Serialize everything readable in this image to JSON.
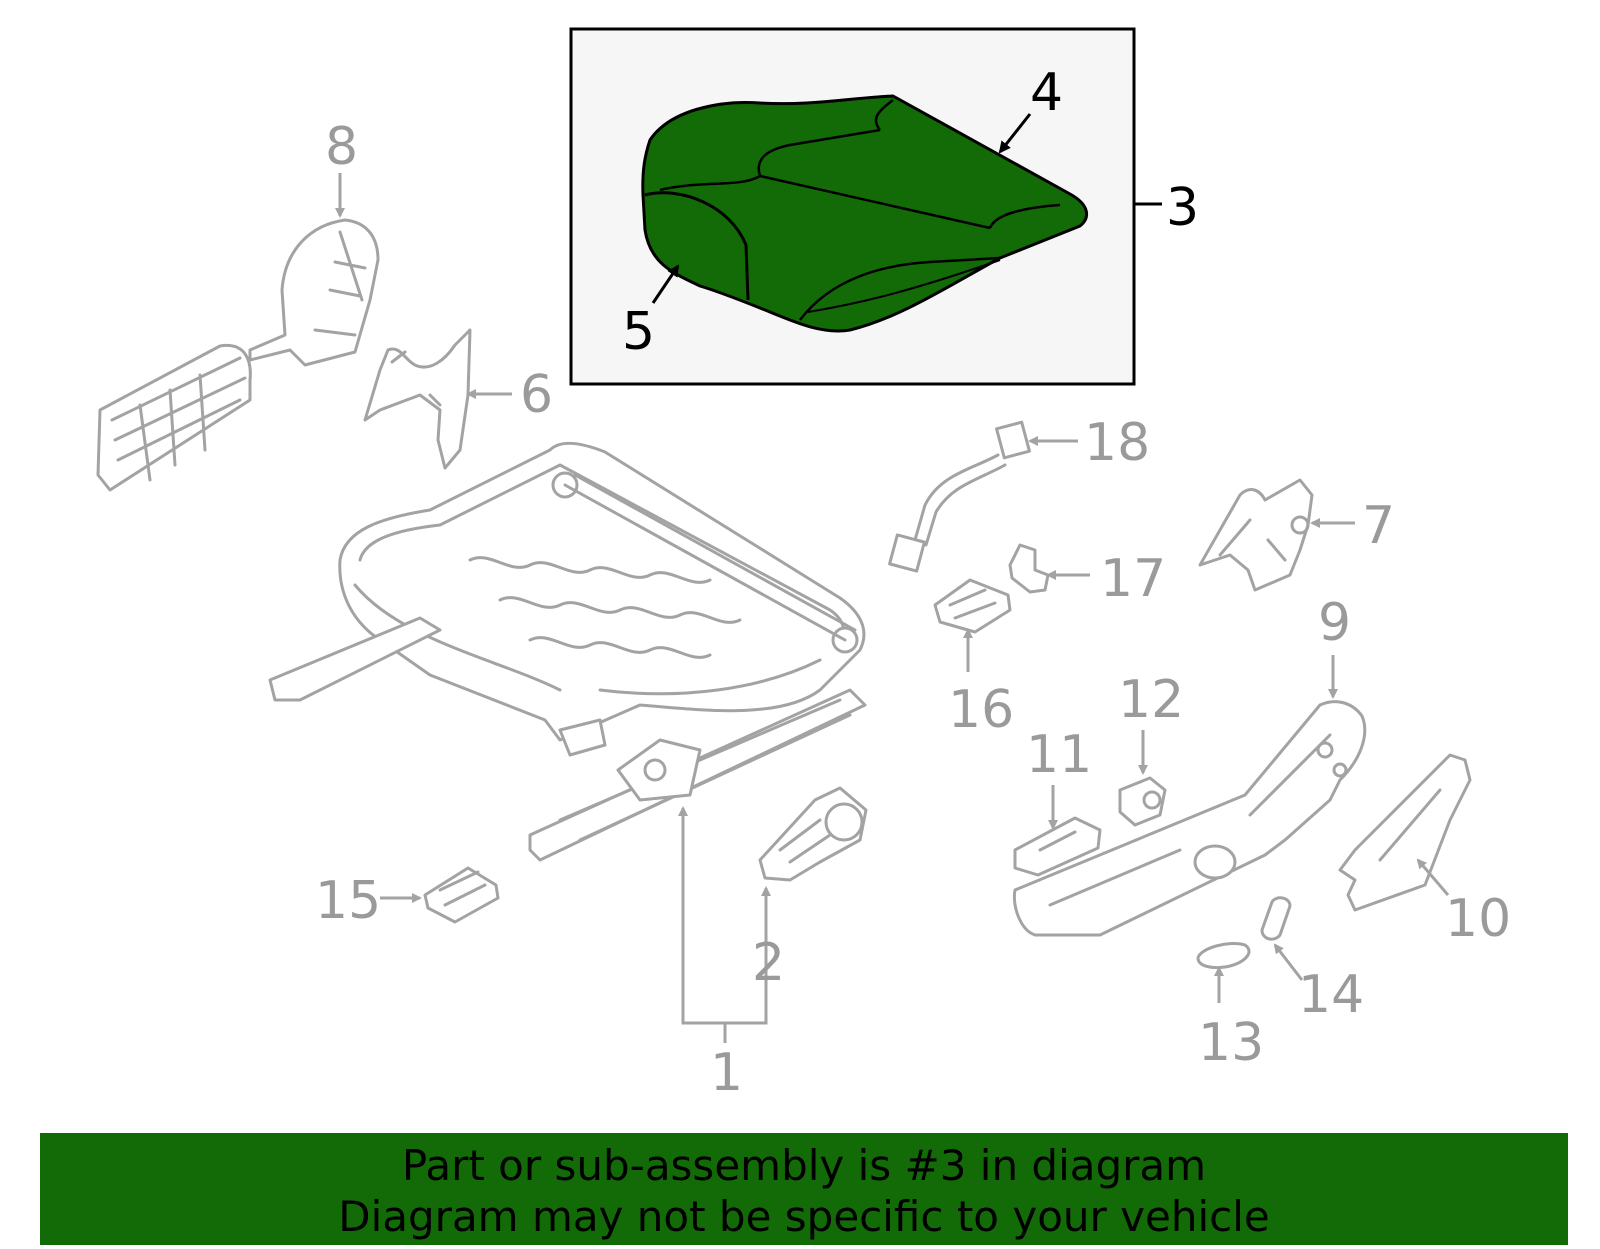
{
  "callouts": {
    "c1": "1",
    "c2": "2",
    "c3": "3",
    "c4": "4",
    "c5": "5",
    "c6": "6",
    "c7": "7",
    "c8": "8",
    "c9": "9",
    "c10": "10",
    "c11": "11",
    "c12": "12",
    "c13": "13",
    "c14": "14",
    "c15": "15",
    "c16": "16",
    "c17": "17",
    "c18": "18"
  },
  "banner": {
    "line1": "Part or sub-assembly is #3 in diagram",
    "line2": "Diagram may not be specific to your vehicle"
  },
  "colors": {
    "highlight": "#136b07",
    "parts_outline": "#a3a3a3",
    "inset_background": "#f6f6f6"
  },
  "icons": [
    "seat-cushion-pad",
    "seat-frame",
    "seat-track",
    "side-shield",
    "recliner-cover",
    "wire-harness"
  ]
}
